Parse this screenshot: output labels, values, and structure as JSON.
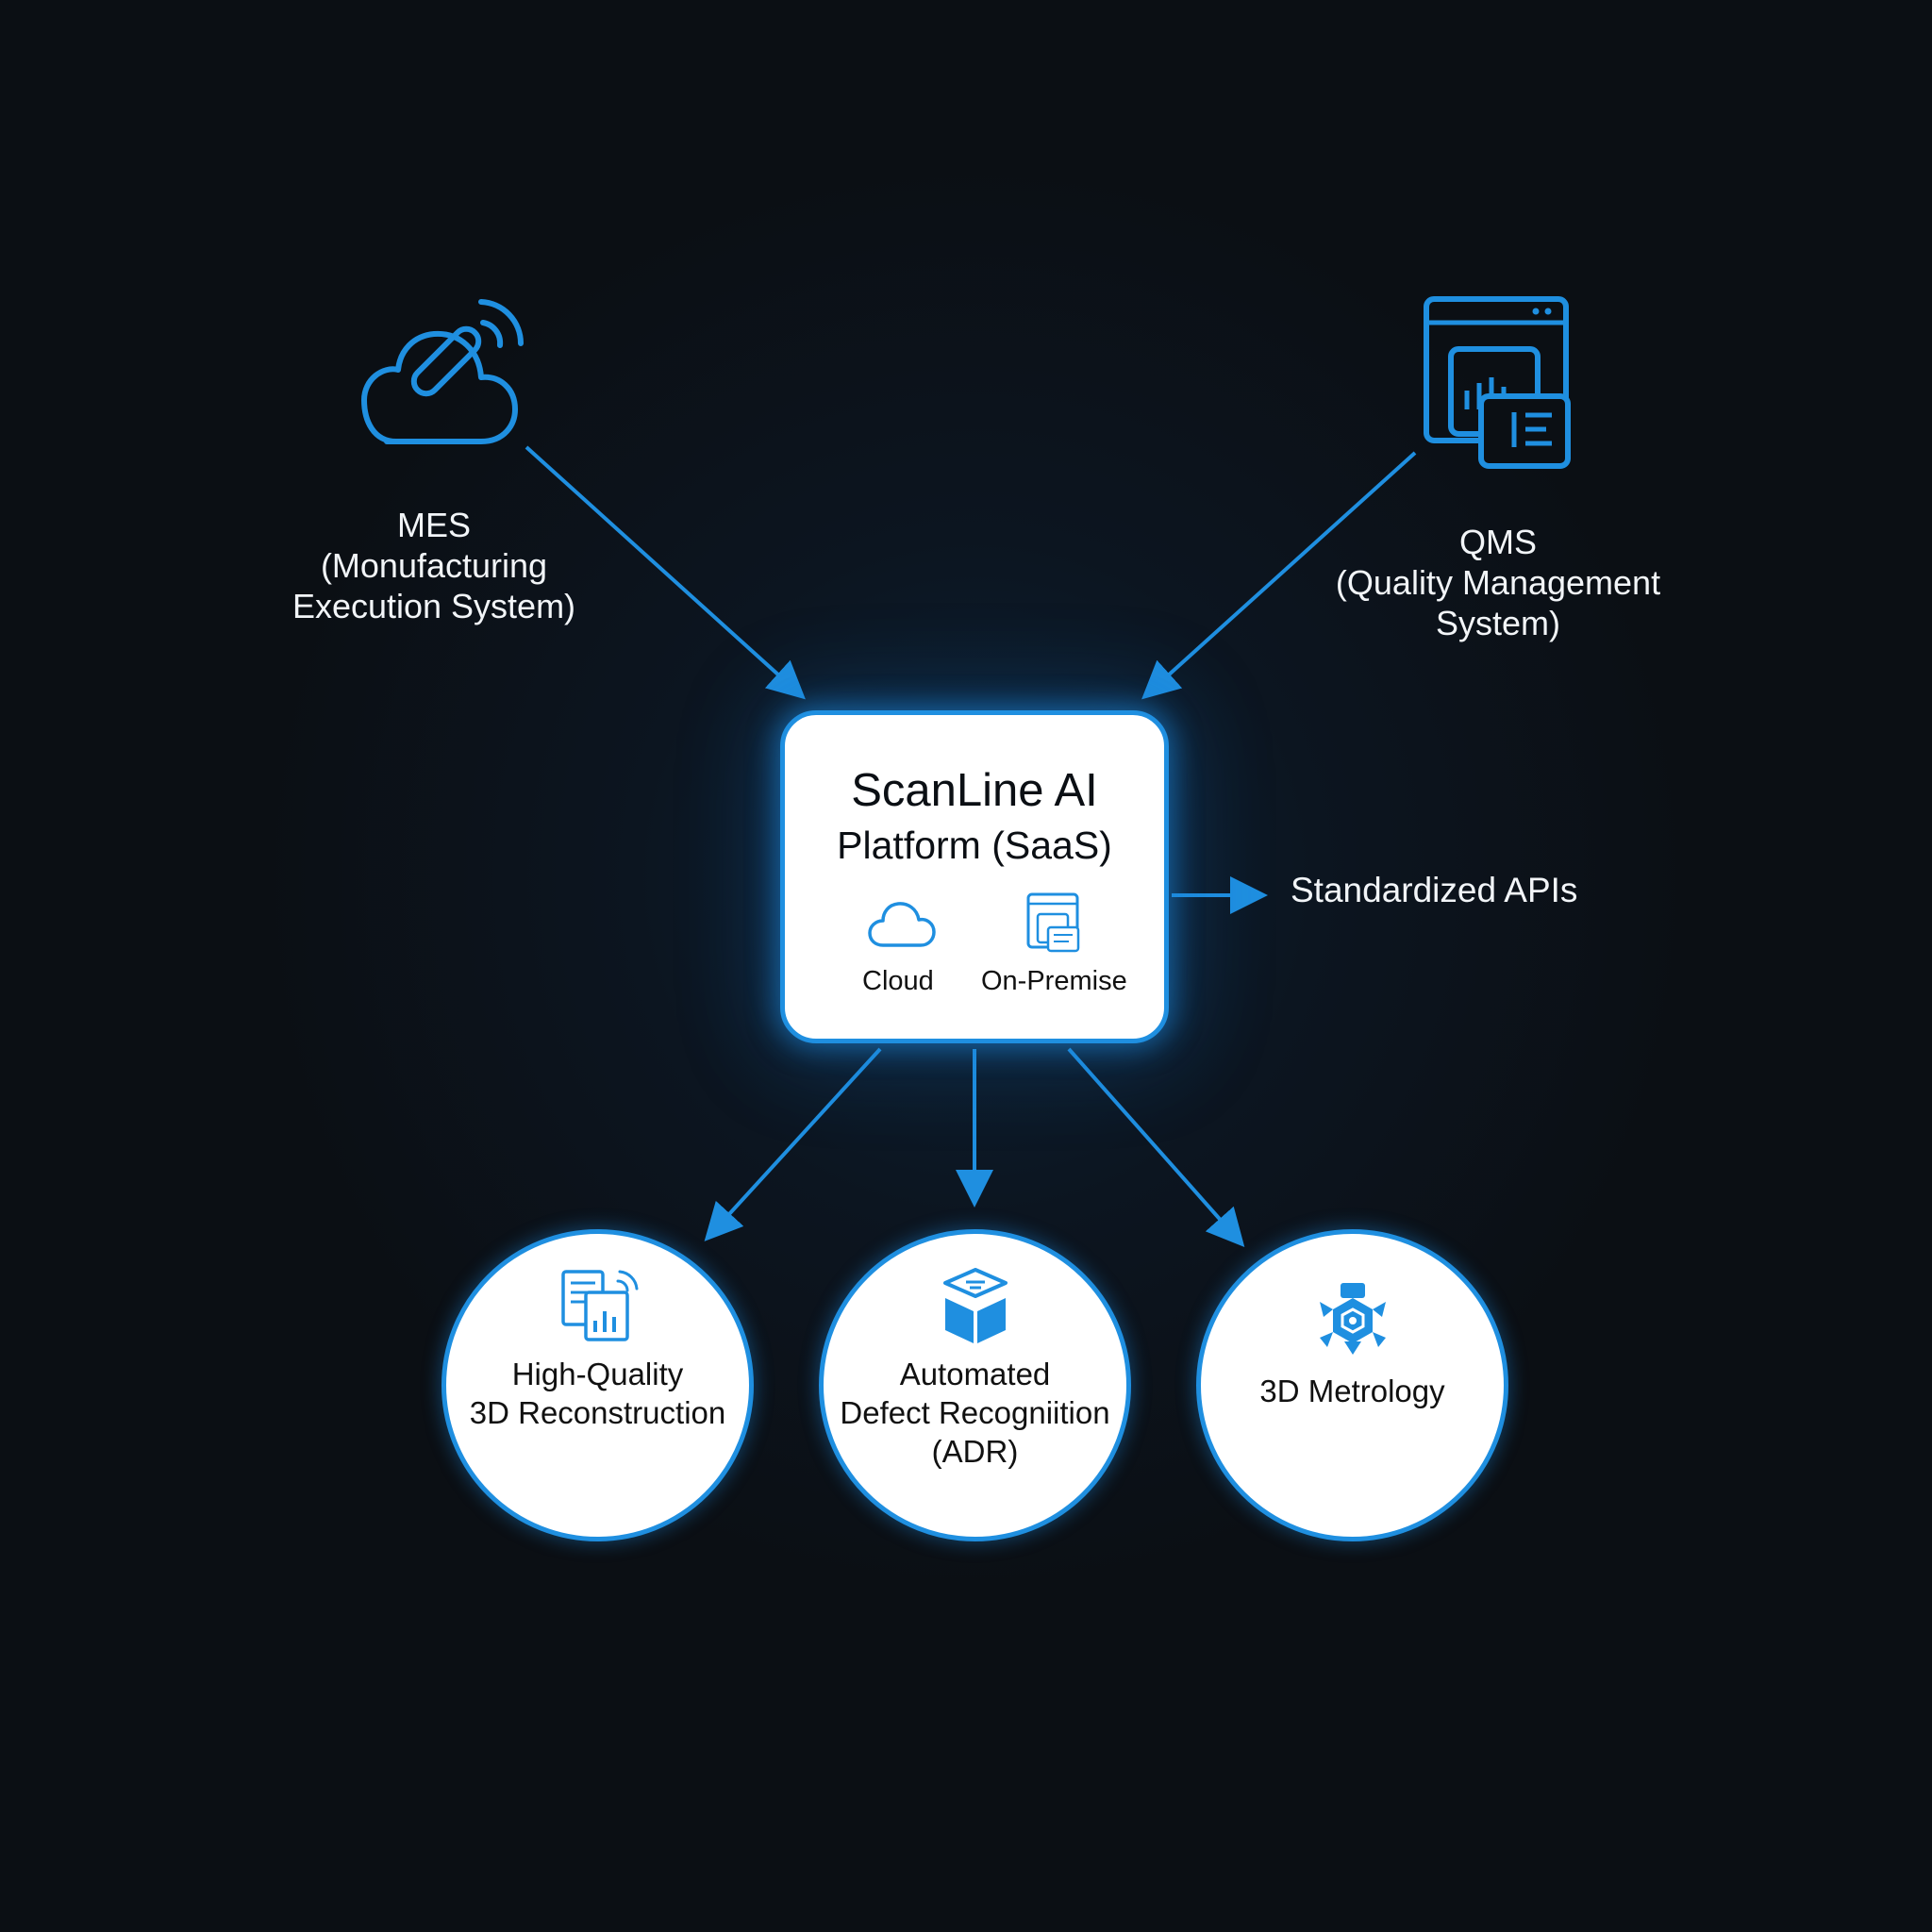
{
  "colors": {
    "background": "#0b0f14",
    "accent": "#1f8fe0",
    "card": "#ffffff",
    "text_light": "#f2f5f8",
    "text_dark": "#111111"
  },
  "sources": {
    "mes": {
      "icon": "cloud-link-icon",
      "line1": "MES",
      "line2": "(Monufacturing",
      "line3": "Execution System)"
    },
    "qms": {
      "icon": "dashboard-windows-icon",
      "line1": "QMS",
      "line2": "(Quality Management",
      "line3": "System)"
    }
  },
  "platform": {
    "title": "ScanLine AI",
    "subtitle": "Platform (SaaS)",
    "modes": [
      {
        "icon": "cloud-icon",
        "label": "Cloud"
      },
      {
        "icon": "server-window-icon",
        "label": "On-Premise"
      }
    ]
  },
  "api": {
    "label": "Standardized APIs"
  },
  "capabilities": [
    {
      "icon": "documents-chart-icon",
      "line1": "High-Quality",
      "line2": "3D Reconstruction",
      "line3": ""
    },
    {
      "icon": "box-inspection-icon",
      "line1": "Automated",
      "line2": "Defect Recogniition",
      "line3": "(ADR)"
    },
    {
      "icon": "metrology-robot-icon",
      "line1": "3D Metrology",
      "line2": "",
      "line3": ""
    }
  ]
}
